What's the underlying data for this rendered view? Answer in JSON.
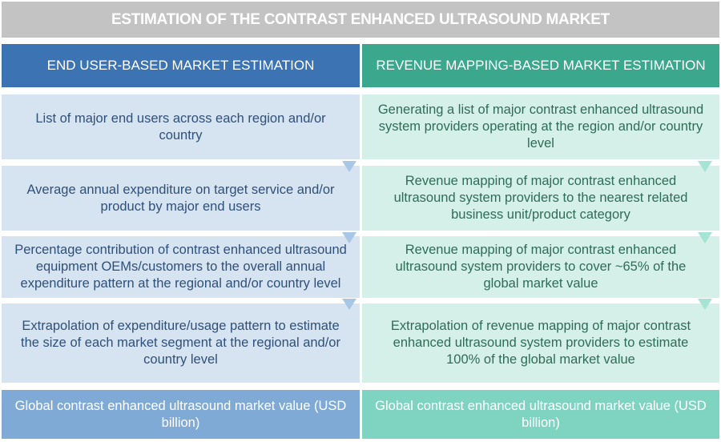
{
  "title": "ESTIMATION OF THE CONTRAST ENHANCED ULTRASOUND MARKET",
  "left": {
    "header": "END USER-BASED MARKET ESTIMATION",
    "steps": [
      "List of major end users across each region and/or country",
      "Average annual expenditure on target service and/or product by major end users",
      "Percentage contribution of contrast enhanced ultrasound equipment OEMs/customers to the overall annual expenditure pattern at the regional and/or country level",
      "Extrapolation of expenditure/usage pattern to estimate the size of each market segment at the regional and/or country level"
    ],
    "result": "Global contrast enhanced ultrasound market value (USD billion)"
  },
  "right": {
    "header": "REVENUE MAPPING-BASED MARKET ESTIMATION",
    "steps": [
      "Generating a list of major contrast enhanced ultrasound system providers operating at the region and/or country level",
      "Revenue mapping of major contrast enhanced ultrasound system providers to the nearest related business unit/product category",
      "Revenue mapping of major contrast enhanced ultrasound system providers to cover ~65% of the global market value",
      "Extrapolation of revenue mapping of major contrast enhanced ultrasound system providers to estimate 100% of the global market value"
    ],
    "result": "Global contrast enhanced ultrasound market value (USD billion)"
  }
}
